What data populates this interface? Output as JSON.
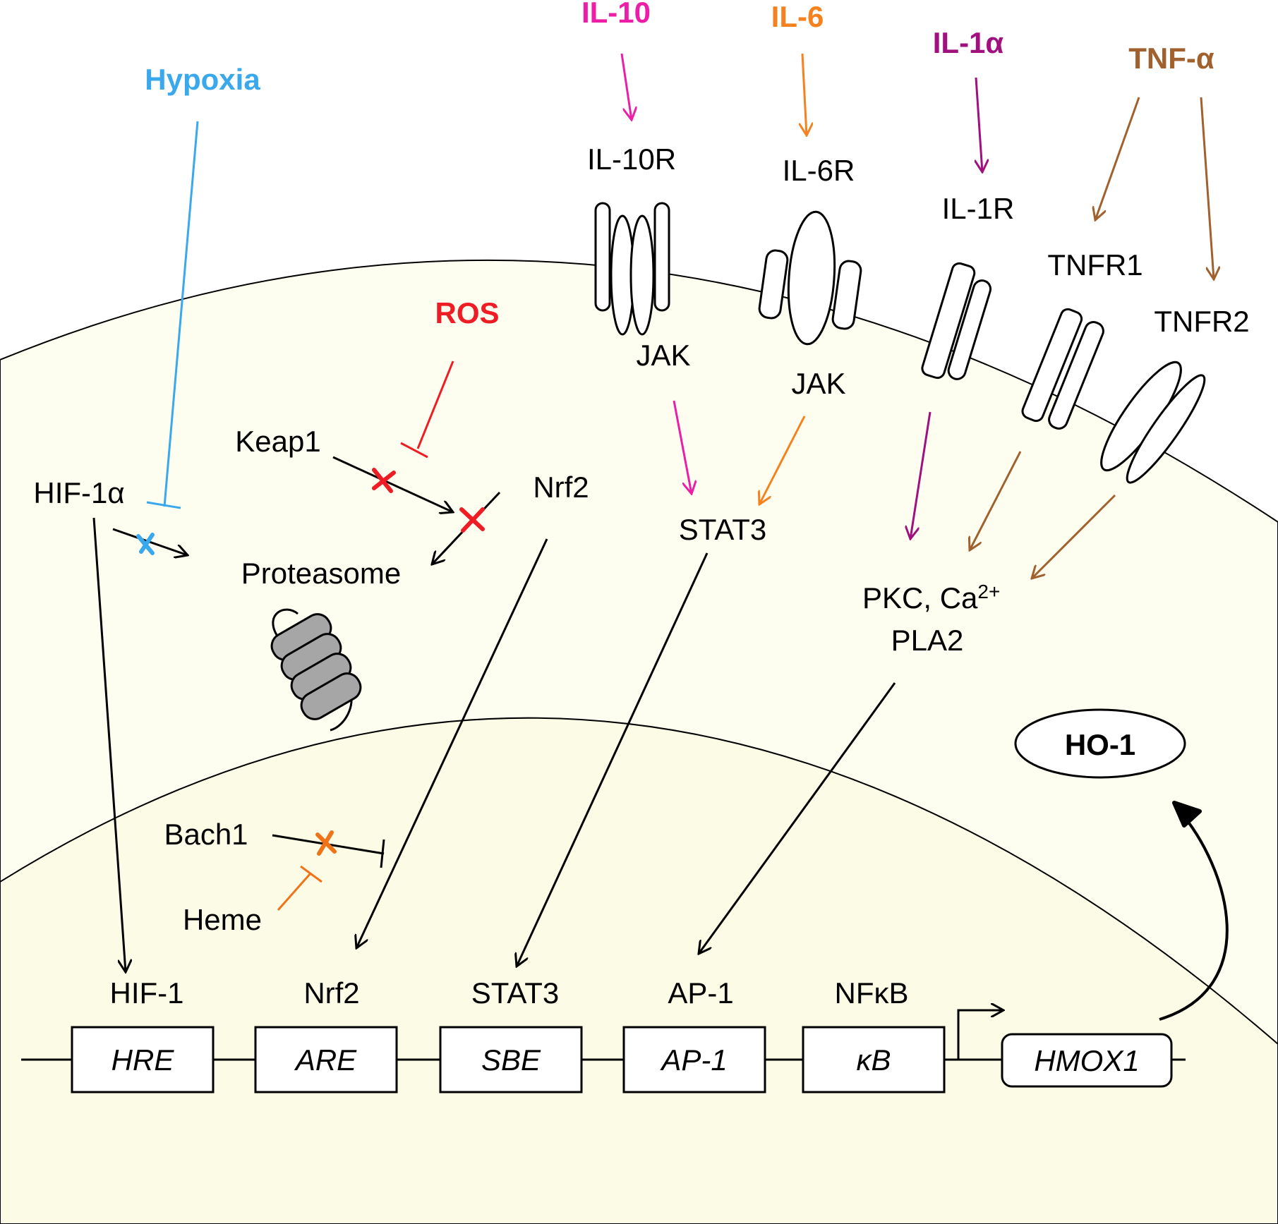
{
  "stimuli": {
    "hypoxia": "Hypoxia",
    "il10": "IL-10",
    "il6": "IL-6",
    "il1a": "IL-1α",
    "tnfa": "TNF-α",
    "ros": "ROS",
    "heme": "Heme"
  },
  "receptors": {
    "il10r": "IL-10R",
    "il6r": "IL-6R",
    "il1r": "IL-1R",
    "tnfr1": "TNFR1",
    "tnfr2": "TNFR2"
  },
  "cytoplasm": {
    "jak1": "JAK",
    "jak2": "JAK",
    "keap1": "Keap1",
    "nrf2": "Nrf2",
    "hif1a": "HIF-1α",
    "proteasome": "Proteasome",
    "stat3": "STAT3",
    "pkc": "PKC, Ca",
    "pkc_sup": "2+",
    "pla2": "PLA2",
    "ho1": "HO-1"
  },
  "nucleus": {
    "bach1": "Bach1",
    "factors": [
      "HIF-1",
      "Nrf2",
      "STAT3",
      "AP-1",
      "NFκB"
    ],
    "elements": [
      "HRE",
      "ARE",
      "SBE",
      "AP-1",
      "κB"
    ],
    "gene": "HMOX1"
  },
  "colors": {
    "hypoxia": "#3AA8EC",
    "il10": "#EC1EA8",
    "il6": "#F5821F",
    "il1a": "#A0107F",
    "tnfa": "#A0612E",
    "ros": "#EE1C24",
    "heme": "#F07318",
    "proteasome_text": "#595959",
    "cell_fill": "#FEFEF0"
  }
}
